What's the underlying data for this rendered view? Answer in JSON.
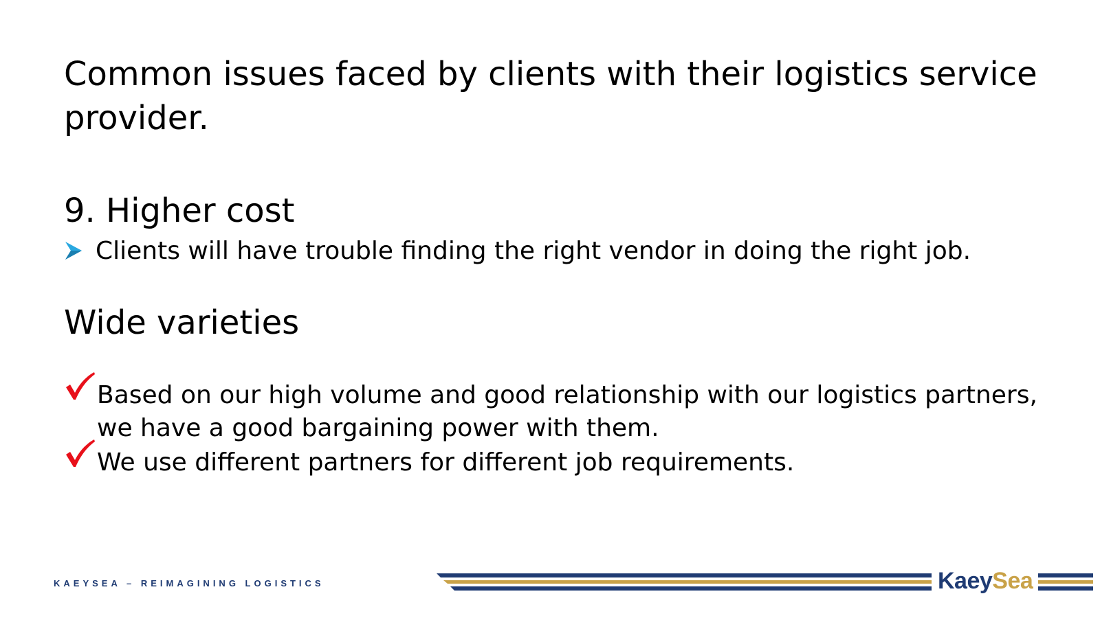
{
  "slide": {
    "title": "Common issues faced by clients with their logistics service provider.",
    "section_cost": {
      "heading": "9. Higher cost",
      "bullet": "Clients will have trouble finding the right vendor in doing the right job."
    },
    "section_varieties": {
      "heading": "Wide varieties",
      "items": [
        "Based on our high volume and good relationship with our logistics partners, we have a good bargaining power with them.",
        "We use different partners for different job requirements."
      ]
    }
  },
  "icons": {
    "bullet_arrow": "arrow-bullet-icon",
    "bullet_check": "checkmark-icon"
  },
  "footer": {
    "tagline": "KAEYSEA – REIMAGINING LOGISTICS",
    "logo": {
      "part1": "Kaey",
      "part2": "Sea"
    }
  },
  "colors": {
    "brand_navy": "#1f3b73",
    "brand_gold": "#c9a248",
    "arrow_blue": "#29a8e0",
    "check_red": "#e8101a"
  }
}
